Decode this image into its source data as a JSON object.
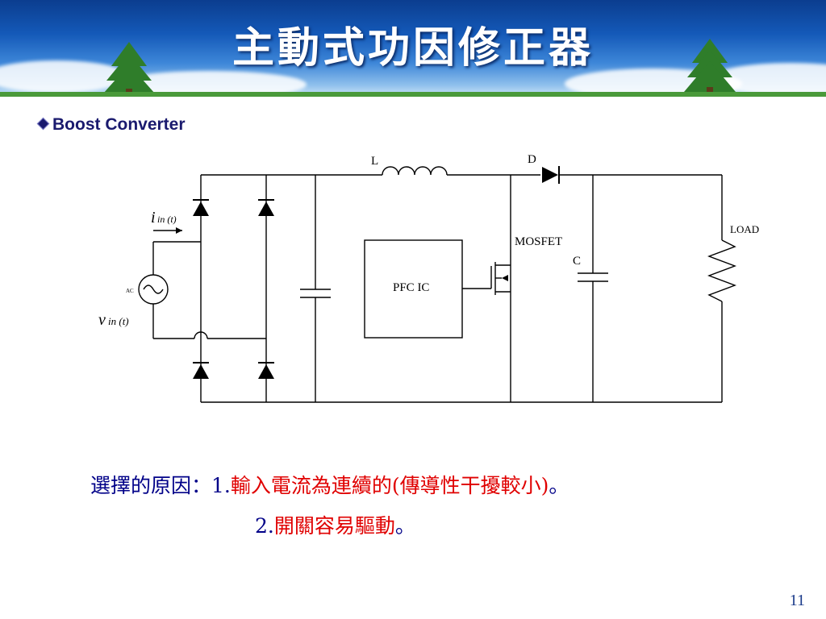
{
  "slide": {
    "title": "主動式功因修正器",
    "bullet": "Boost  Converter",
    "page_number": "11"
  },
  "diagram": {
    "label_L": "L",
    "label_D": "D",
    "label_mosfet": "MOSFET",
    "label_C": "C",
    "label_load": "LOAD",
    "label_pfc": "PFC  IC",
    "label_ac": "AC",
    "iin_main": "i",
    "iin_sub": "in (t)",
    "vin_main": "v",
    "vin_sub": "in (t)"
  },
  "reasons": {
    "prefix": "選擇的原因：",
    "num1": "1.",
    "text1": "輸入電流為連續的(傳導性干擾較小)",
    "end1": "。",
    "num2": "2.",
    "text2": "開關容易驅動",
    "end2": "。"
  }
}
